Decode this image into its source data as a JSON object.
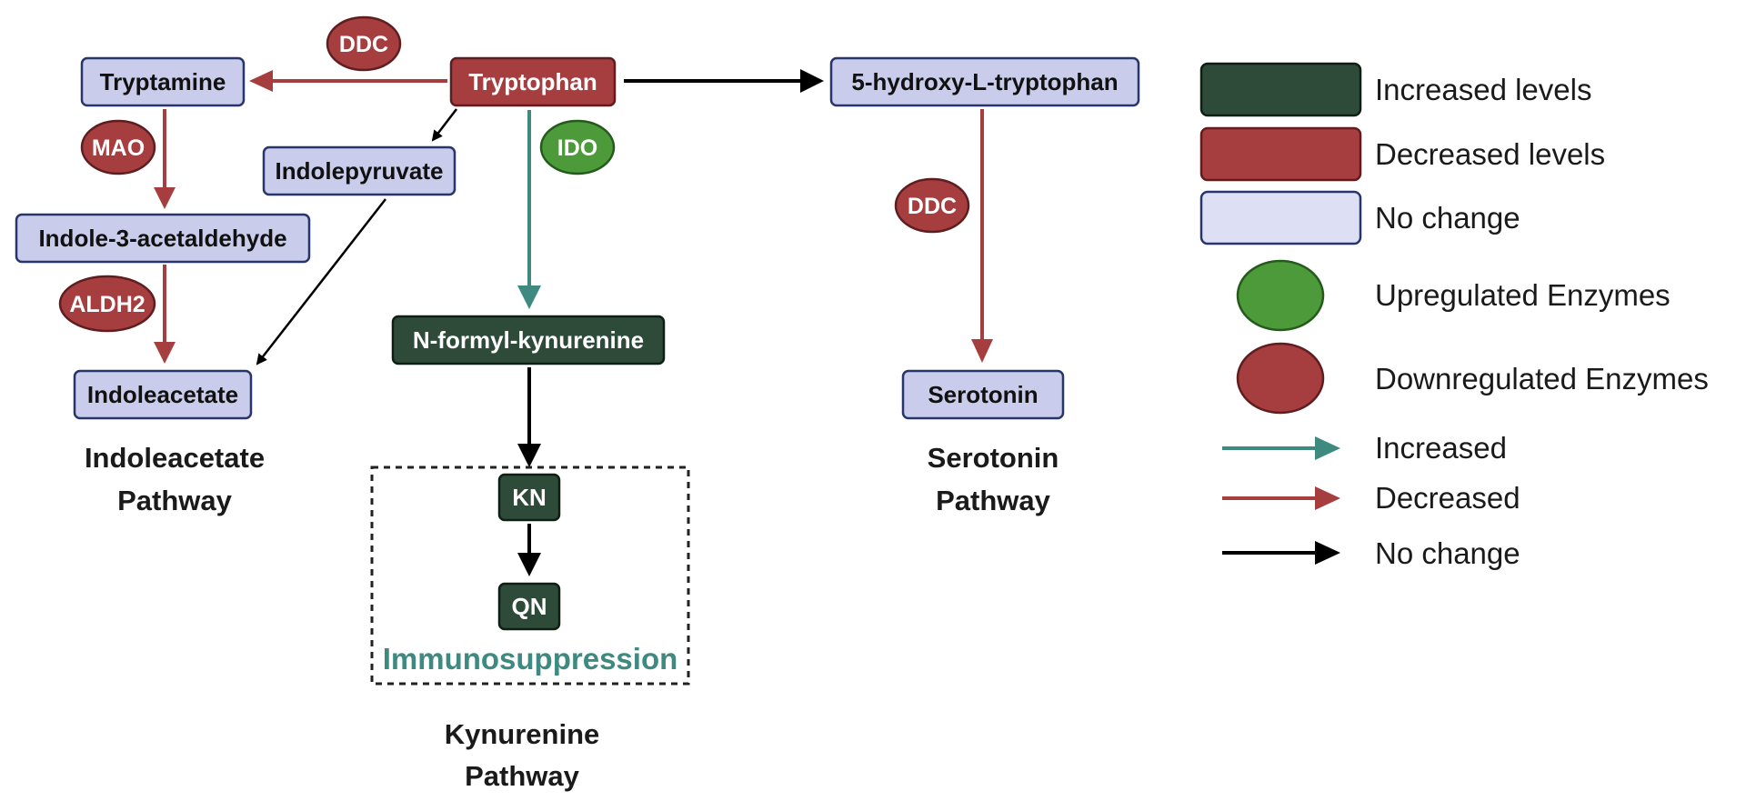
{
  "colors": {
    "increased_fill": "#2e4a39",
    "decreased_fill": "#a63d3f",
    "nochange_fill": "#c9cdeb",
    "node_border": "#28356a",
    "upregulated_enzyme": "#4d9a3a",
    "downregulated_enzyme": "#a63d3f",
    "arrow_increased": "#3f8a80",
    "arrow_decreased": "#a63d3f",
    "arrow_nochange": "#000000",
    "immunosuppression_text": "#3f8a80"
  },
  "nodes": {
    "tryptophan": "Tryptophan",
    "tryptamine": "Tryptamine",
    "indolepyruvate": "Indolepyruvate",
    "indole_3_acetaldehyde": "Indole-3-acetaldehyde",
    "indoleacetate": "Indoleacetate",
    "n_formyl_kynurenine": "N-formyl-kynurenine",
    "kn": "KN",
    "qn": "QN",
    "hydroxy_tryptophan": "5-hydroxy-L-tryptophan",
    "serotonin": "Serotonin"
  },
  "enzymes": {
    "ddc_top": "DDC",
    "mao": "MAO",
    "aldh2": "ALDH2",
    "ido": "IDO",
    "ddc_serotonin": "DDC"
  },
  "annotations": {
    "immunosuppression": "Immunosuppression"
  },
  "pathways": {
    "indoleacetate": [
      "Indoleacetate",
      "Pathway"
    ],
    "kynurenine": [
      "Kynurenine",
      "Pathway"
    ],
    "serotonin": [
      "Serotonin",
      "Pathway"
    ]
  },
  "legend": {
    "increased_levels": "Increased levels",
    "decreased_levels": "Decreased levels",
    "no_change_levels": "No change",
    "upregulated_enzymes": "Upregulated Enzymes",
    "downregulated_enzymes": "Downregulated Enzymes",
    "increased_arrow": "Increased",
    "decreased_arrow": "Decreased",
    "no_change_arrow": "No change"
  }
}
